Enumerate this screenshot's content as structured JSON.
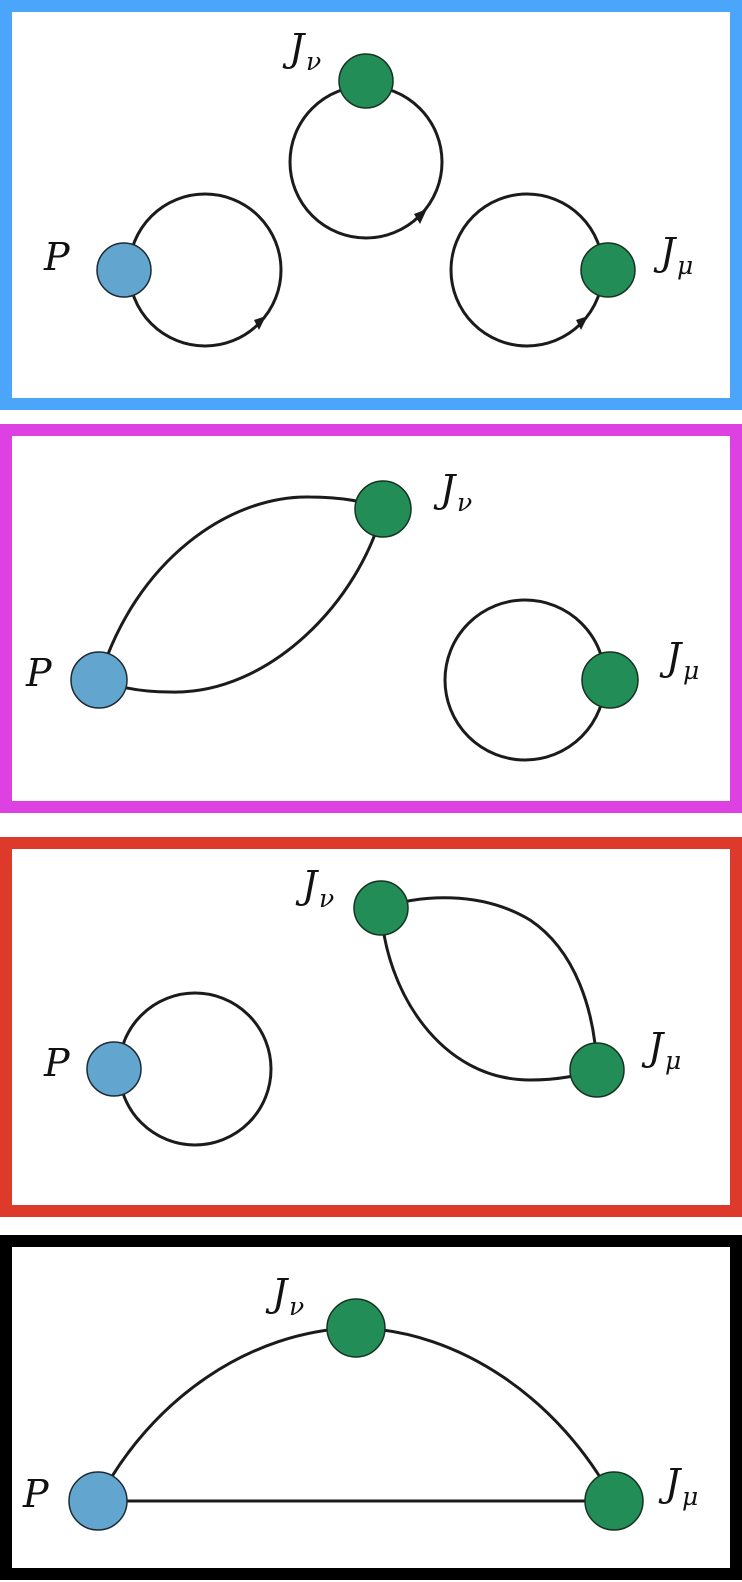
{
  "diagrams": [
    {
      "frame_color": "#4aa5fb",
      "labels": {
        "pseudo": "P",
        "current_nu": "J",
        "nu_sub": "ν",
        "current_mu": "J",
        "mu_sub": "μ"
      }
    },
    {
      "frame_color": "#dd41e2",
      "labels": {
        "pseudo": "P",
        "current_nu": "J",
        "nu_sub": "ν",
        "current_mu": "J",
        "mu_sub": "μ"
      }
    },
    {
      "frame_color": "#de3a2b",
      "labels": {
        "pseudo": "P",
        "current_nu": "J",
        "nu_sub": "ν",
        "current_mu": "J",
        "mu_sub": "μ"
      }
    },
    {
      "frame_color": "#000000",
      "labels": {
        "pseudo": "P",
        "current_nu": "J",
        "nu_sub": "ν",
        "current_mu": "J",
        "mu_sub": "μ"
      }
    }
  ],
  "colors": {
    "pseudoscalar_vertex": "#62a6cf",
    "current_vertex": "#238d58",
    "line": "#1b1b1b"
  }
}
